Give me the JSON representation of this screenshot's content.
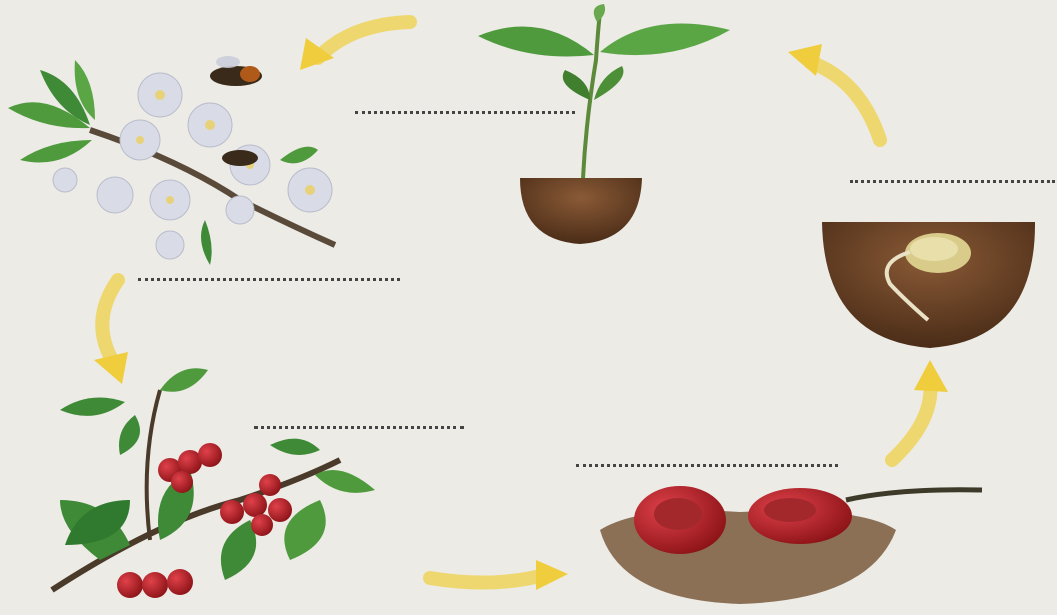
{
  "diagram": {
    "stages": [
      {
        "id": "seedling",
        "label": ""
      },
      {
        "id": "germinating-seed",
        "label": ""
      },
      {
        "id": "fallen-fruit",
        "label": ""
      },
      {
        "id": "fruiting-branch",
        "label": ""
      },
      {
        "id": "flowering-branch",
        "label": ""
      }
    ],
    "cycle_direction": "counter-clockwise",
    "colors": {
      "background": "#ecebe6",
      "arrow": "#f0d35a",
      "soil": "#6b4226",
      "leaf": "#4f8f3a",
      "cherry": "#b01e22",
      "blossom": "#d9dbe6"
    }
  }
}
